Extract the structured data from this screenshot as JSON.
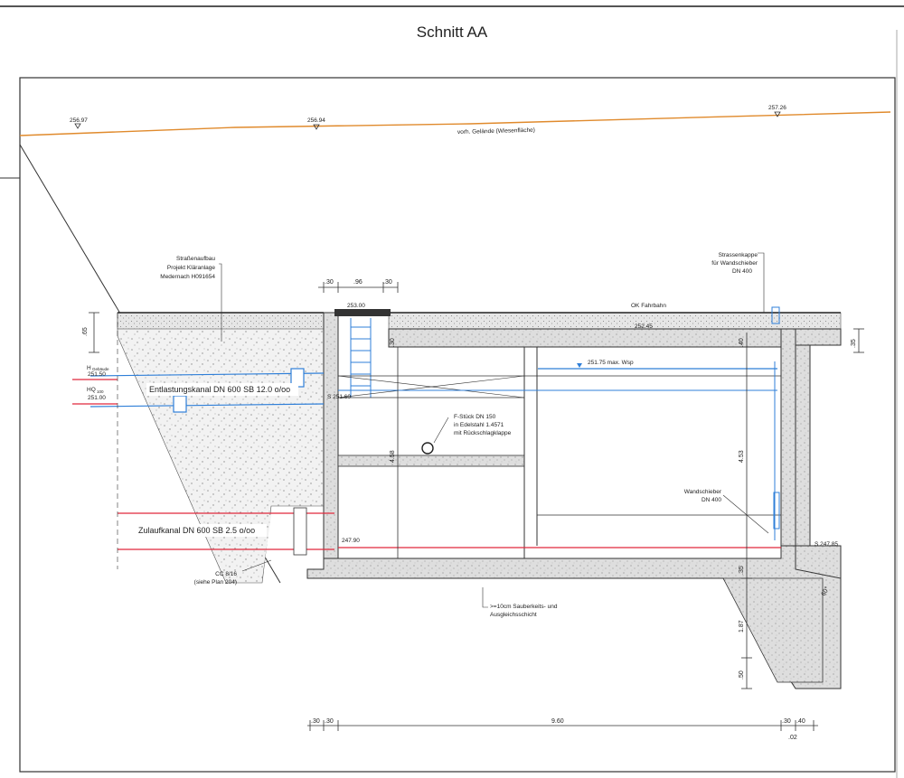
{
  "title": "Schnitt AA",
  "terrain": {
    "levels": [
      "256.97",
      "256.94",
      "257.26"
    ],
    "label": "vorh. Gelände (Wiesenfläche)"
  },
  "road": {
    "callout": [
      "Straßenaufbau",
      "Projekt Kläranlage",
      "Medernach H091654"
    ],
    "ok_label": "OK Fahrbahn",
    "thickness": ".65"
  },
  "shaft": {
    "dims": [
      ".30",
      ".96",
      ".30"
    ],
    "top_level": "253.00",
    "road_level": "252.45"
  },
  "water_levels": {
    "h_label": "H",
    "h_sub": "Gebäude",
    "h_value": "251.50",
    "hq_label": "HQ",
    "hq_sub": "100",
    "hq_value": "251.00"
  },
  "pipes": {
    "relief": "Entlastungskanal DN 600 SB 12.0 o/oo",
    "relief_level": "S 251.60",
    "inlet": "Zulaufkanal DN 600 SB 2.5 o/oo",
    "inlet_level": "247.90",
    "outlet_level": "S 247.85"
  },
  "chamber": {
    "max_wsp": "251.75 max. Wsp",
    "fstueck": [
      "F-Stück DN 150",
      "in Edelstahl 1.4571",
      "mit Rückschlagklappe"
    ],
    "height_left": "4.58",
    "height_right": "4.53",
    "wall_top": ".40",
    "slab_right": ".35",
    "floor_thk": ".35"
  },
  "valve": {
    "cap_callout": [
      "Strassenkappe",
      "für Wandschieber",
      "DN 400"
    ],
    "valve_callout": [
      "Wandschieber",
      "DN 400"
    ]
  },
  "foundation": {
    "cc_label": [
      "CC 8/16",
      "(siehe Plan 204)"
    ],
    "base_label": [
      ">=10cm Sauberkeits- und",
      "Ausgleichsschicht"
    ],
    "depth": "1.87",
    "depth2": ".50",
    "angle": "60°"
  },
  "bottom_dims": {
    "left": [
      ".30",
      ".30"
    ],
    "center": "9.60",
    "right": [
      ".30",
      ".40"
    ],
    "small": ".02"
  },
  "colors": {
    "terrain": "#e08a2c",
    "water": "#2f7fd8",
    "inlet": "#e0283c",
    "concrete": "#d8d8d8"
  }
}
